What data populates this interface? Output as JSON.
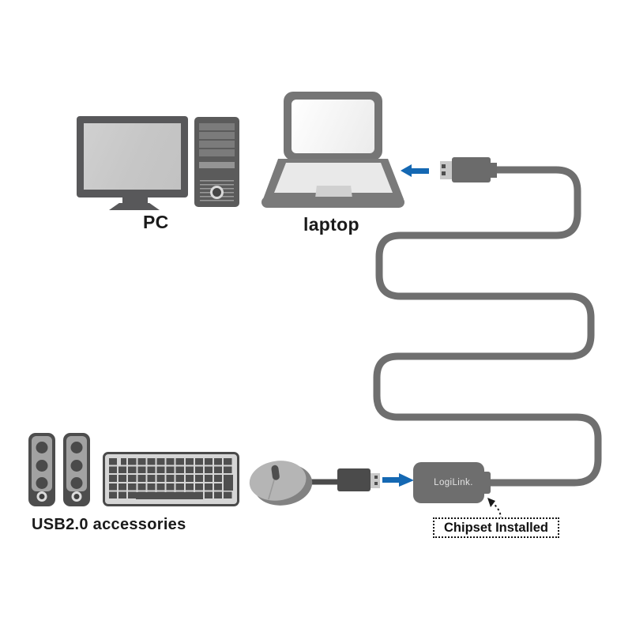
{
  "labels": {
    "pc": "PC",
    "laptop": "laptop",
    "accessories": "USB2.0 accessories",
    "chipset_installed": "Chipset Installed",
    "brand": "LogiLink."
  },
  "colors": {
    "background": "#ffffff",
    "cable": "#6f6f6f",
    "accent_blue": "#1468b3",
    "device_dark": "#58585a",
    "device_mid": "#6e6e6e",
    "metal": "#c9c9c9",
    "mouse_body": "#b5b5b5",
    "mouse_shadow": "#828282",
    "annotation": "#1a1a1a",
    "brand_text": "#e3e3e3"
  },
  "icons": {
    "desktop-pc-icon": "desktop computer with monitor and tower",
    "laptop-icon": "open laptop",
    "usb-plug-left-icon": "USB-A plug pointing at laptop",
    "usb-plug-right-icon": "USB-A plug pointing at adapter",
    "arrow-left-icon": "blue arrow pointing left into laptop",
    "arrow-right-icon": "blue arrow pointing right into adapter",
    "speaker-icon": "desktop speaker",
    "keyboard-icon": "keyboard",
    "mouse-icon": "wireless mouse",
    "extension-cable": "long coiled USB extension cable",
    "adapter-icon": "LogiLink repeater adapter with chipset",
    "annotation-arrow-icon": "dashed arrow linking callout to adapter"
  }
}
